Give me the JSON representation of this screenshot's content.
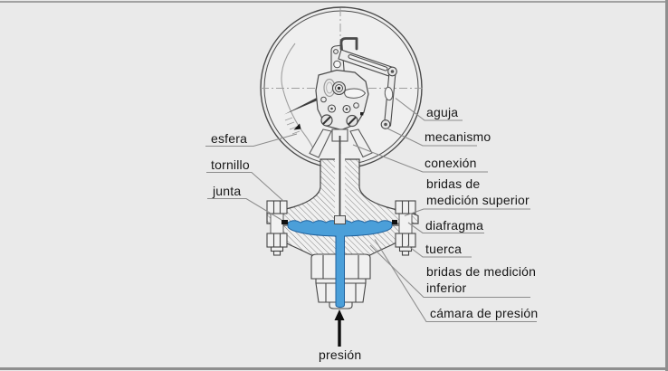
{
  "labels": {
    "esfera": "esfera",
    "tornillo": "tornillo",
    "junta": "junta",
    "aguja": "aguja",
    "mecanismo": "mecanismo",
    "conexion": "conexión",
    "bridas_superior": "bridas de\nmedición superior",
    "diafragma": "diafragma",
    "tuerca": "tuerca",
    "bridas_inferior": "bridas de medición\ninferior",
    "camara_presion": "cámara de presión",
    "presion": "presión"
  },
  "colors": {
    "background": "#eaeaea",
    "fluid_blue": "#4b9fd9",
    "fluid_outline": "#20619c",
    "drawing_line": "#454545",
    "leader_line": "#8c8c8c",
    "label_text": "#161616",
    "frame_border": "#8f8f8f"
  }
}
